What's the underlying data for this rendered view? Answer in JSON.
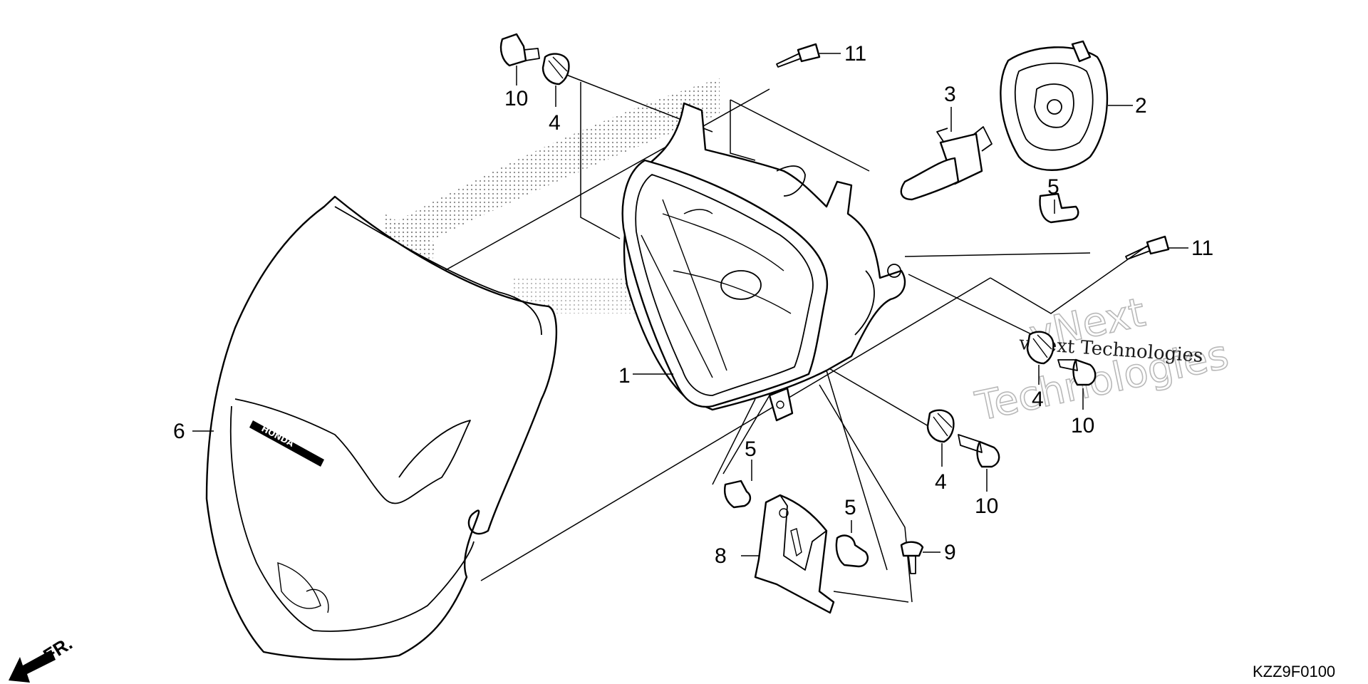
{
  "diagram": {
    "code": "KZZ9F0100",
    "front_marker": "FR.",
    "emblem_text": "HONDA",
    "watermark": {
      "company": "vNext Technologies",
      "word1": "vNext",
      "word2": "Technologies"
    },
    "callouts": {
      "c1": "1",
      "c2": "2",
      "c3": "3",
      "c4a": "4",
      "c4b": "4",
      "c4c": "4",
      "c5a": "5",
      "c5b": "5",
      "c5c": "5",
      "c6": "6",
      "c8": "8",
      "c9": "9",
      "c10a": "10",
      "c10b": "10",
      "c10c": "10",
      "c11a": "11",
      "c11b": "11"
    }
  }
}
